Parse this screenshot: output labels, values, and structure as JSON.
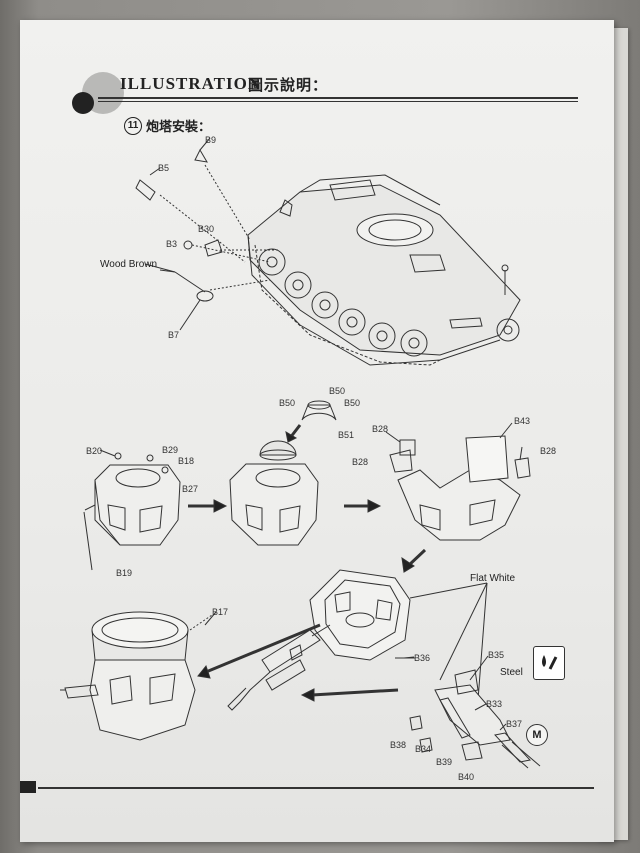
{
  "header": {
    "title": "ILLUSTRATION",
    "title_cn": "圖示說明："
  },
  "step": {
    "number": "11",
    "text": "炮塔安裝："
  },
  "callouts": {
    "wood_brown": "Wood Brown",
    "flat_white": "Flat White",
    "steel": "Steel"
  },
  "parts": {
    "b9": "B9",
    "b5": "B5",
    "b30": "B30",
    "b3": "B3",
    "b7": "B7",
    "b50a": "B50",
    "b50b": "B50",
    "b51": "B51",
    "b20": "B20",
    "b29": "B29",
    "b18": "B18",
    "b27": "B27",
    "b19": "B19",
    "b28a": "B28",
    "b28b": "B28",
    "b28c": "B28",
    "b43": "B43",
    "b17": "B17",
    "b36": "B36",
    "b35": "B35",
    "b33": "B33",
    "b37": "B37",
    "b38": "B38",
    "b34": "B34",
    "b39": "B39",
    "b40": "B40"
  },
  "icons": {
    "metal": "metal-part-icon",
    "marker": "M"
  }
}
